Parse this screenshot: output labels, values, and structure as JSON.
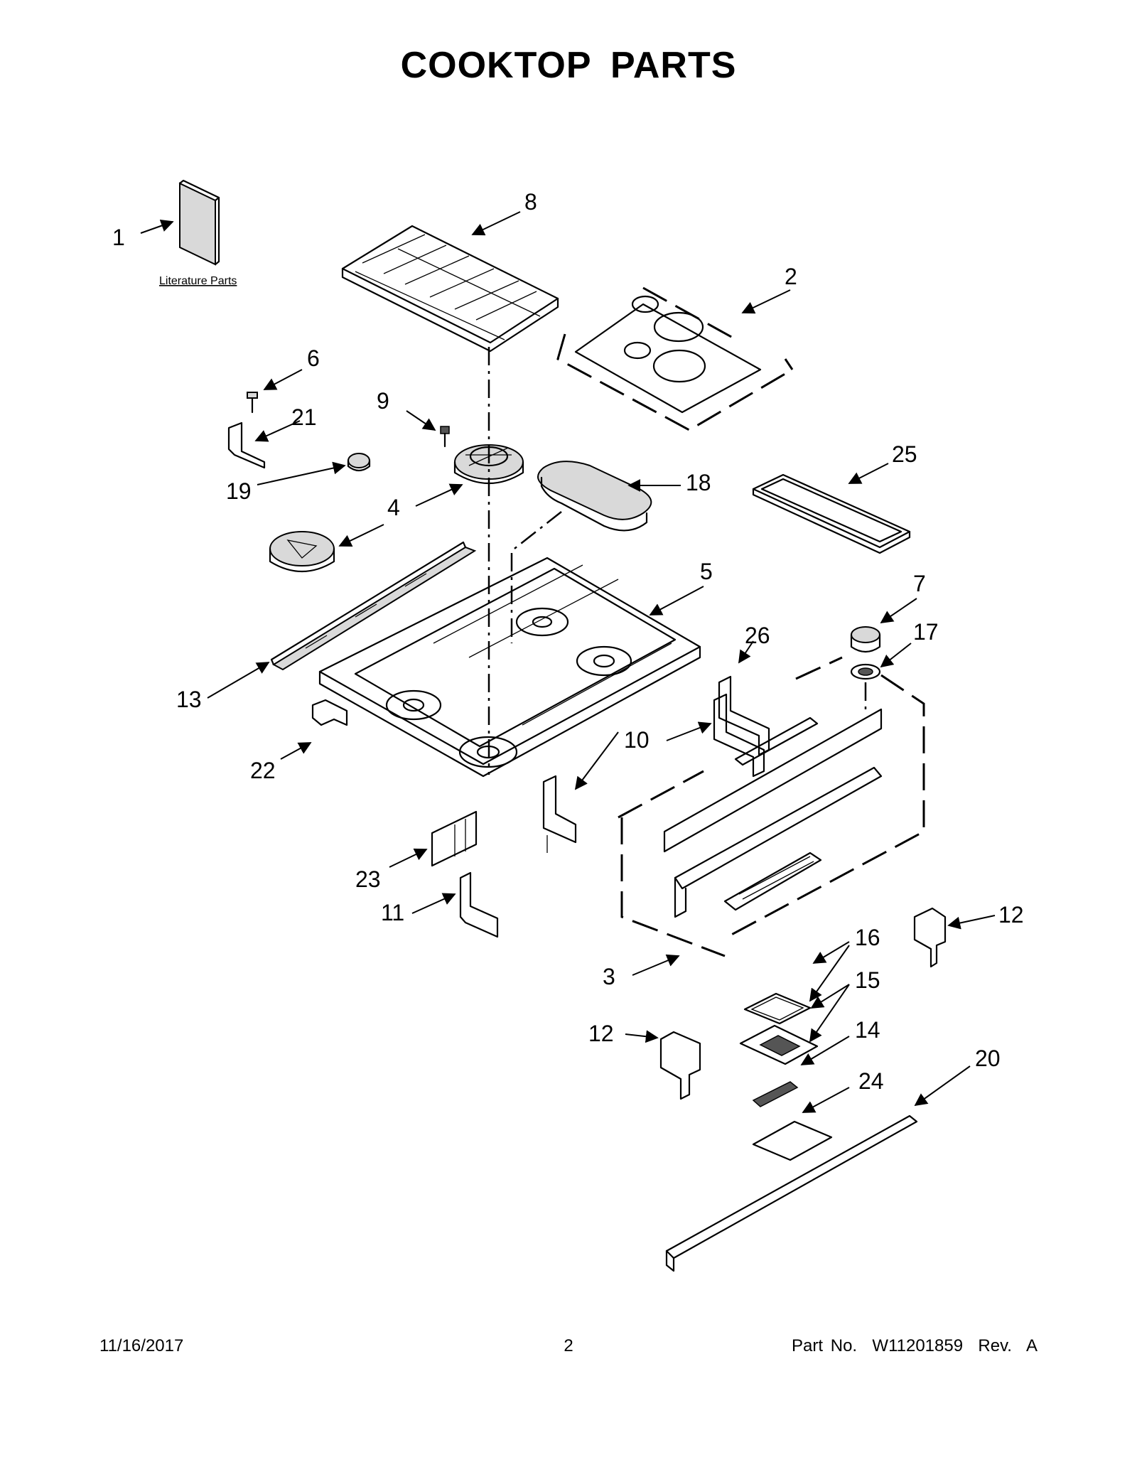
{
  "title": "COOKTOP PARTS",
  "literature_label": "Literature Parts",
  "callouts": [
    "1",
    "2",
    "3",
    "4",
    "5",
    "6",
    "7",
    "8",
    "9",
    "10",
    "10",
    "11",
    "12",
    "12",
    "13",
    "14",
    "15",
    "16",
    "17",
    "18",
    "19",
    "20",
    "21",
    "22",
    "23",
    "24",
    "25",
    "26"
  ],
  "footer": {
    "date": "11/16/2017",
    "page": "2",
    "part_number": "Part No.  W11201859  Rev.  A"
  }
}
